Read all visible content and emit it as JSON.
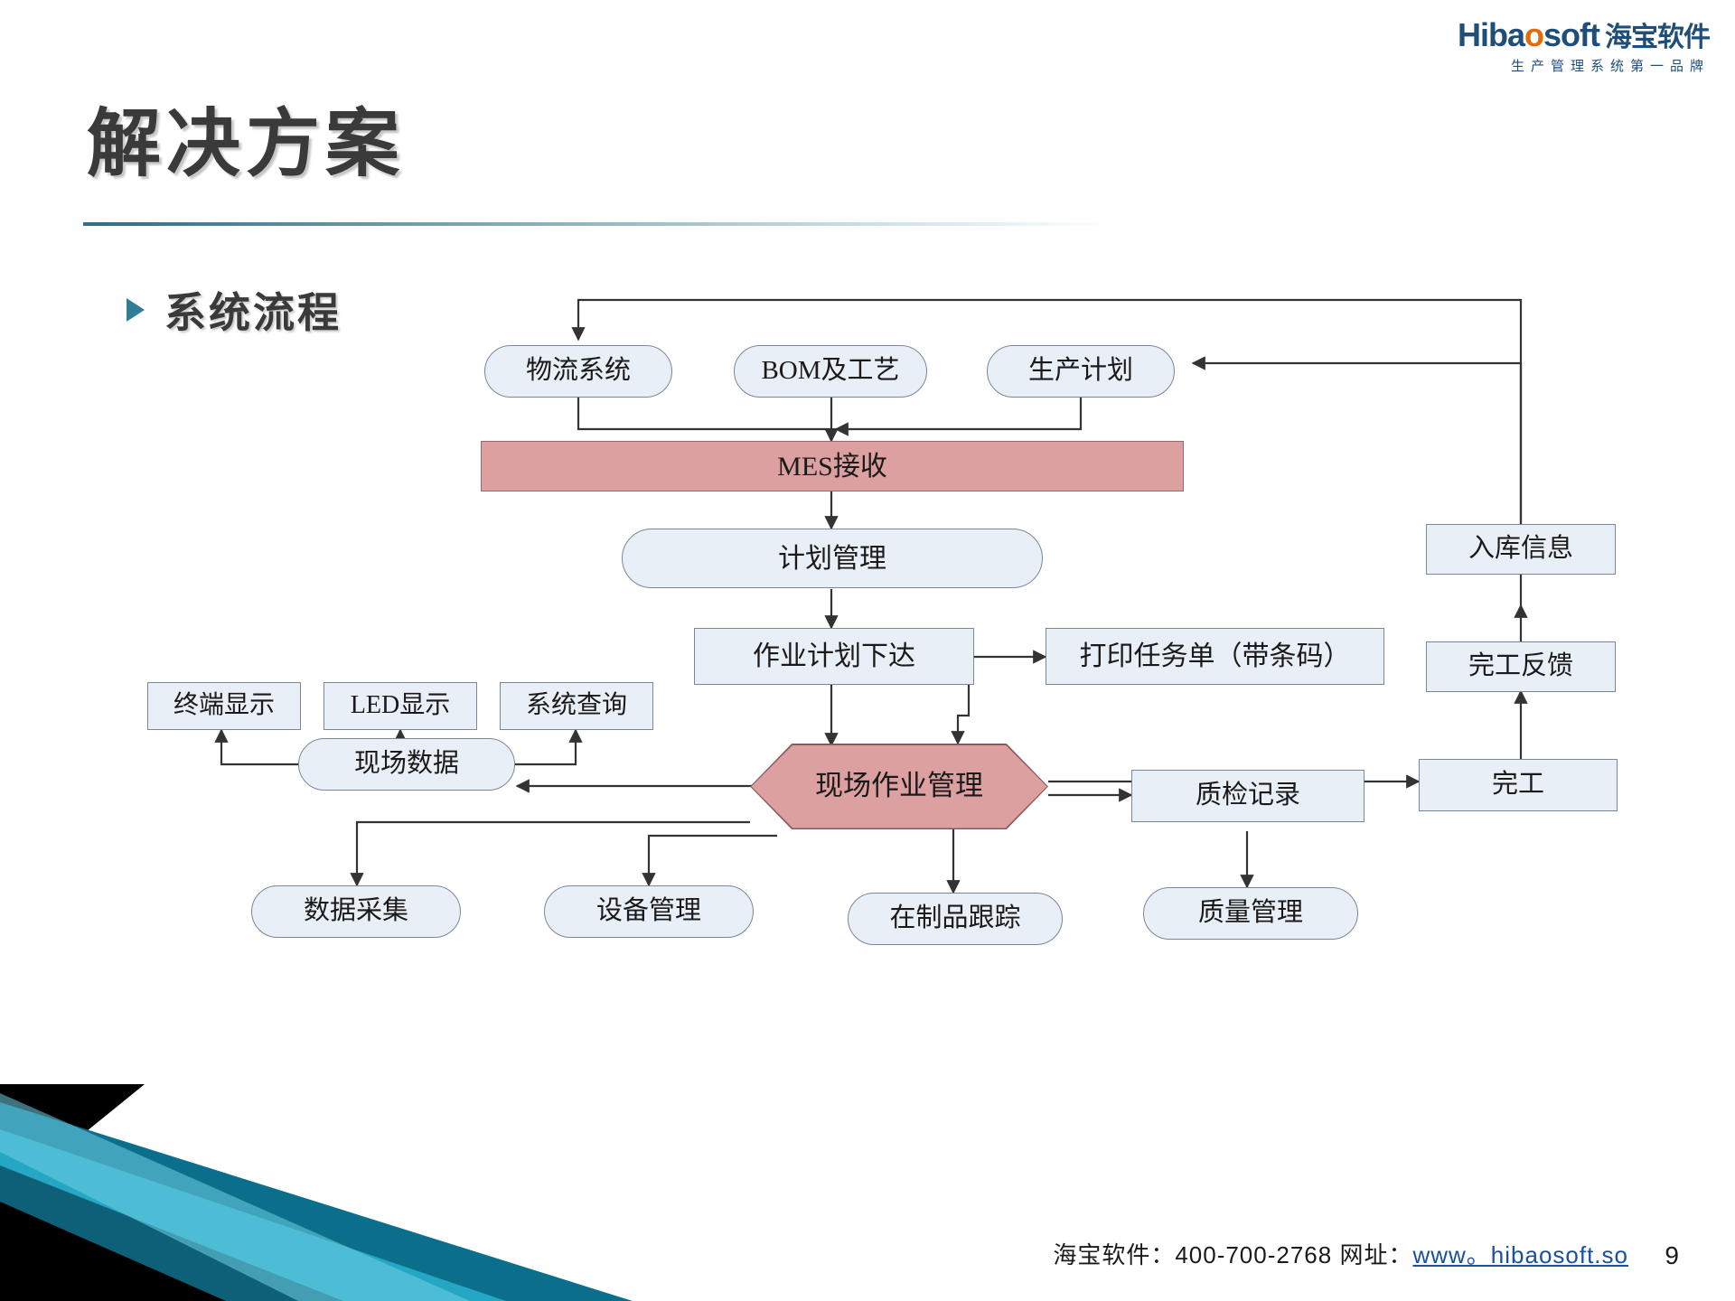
{
  "logo": {
    "brand_h": "H",
    "brand_ib": "ib",
    "brand_a": "a",
    "brand_o": "o",
    "brand_soft": "soft",
    "brand_cn": "海宝软件",
    "tagline": "生产管理系统第一品牌",
    "accent_color": "#e36c0a",
    "brand_color": "#1f4e79"
  },
  "header": {
    "title": "解决方案"
  },
  "bullet": {
    "label": "系统流程"
  },
  "chart_data": {
    "type": "diagram",
    "title": "系统流程",
    "nodes": [
      {
        "id": "n1",
        "label": "物流系统",
        "shape": "rounded"
      },
      {
        "id": "n2",
        "label": "BOM及工艺",
        "shape": "rounded"
      },
      {
        "id": "n3",
        "label": "生产计划",
        "shape": "rounded"
      },
      {
        "id": "n4",
        "label": "MES接收",
        "shape": "rect-highlight"
      },
      {
        "id": "n5",
        "label": "计划管理",
        "shape": "rounded"
      },
      {
        "id": "n6",
        "label": "终端显示",
        "shape": "rect"
      },
      {
        "id": "n7",
        "label": "LED显示",
        "shape": "rect"
      },
      {
        "id": "n8",
        "label": "系统查询",
        "shape": "rect"
      },
      {
        "id": "n9",
        "label": "作业计划下达",
        "shape": "rect"
      },
      {
        "id": "n10",
        "label": "打印任务单（带条码）",
        "shape": "rect"
      },
      {
        "id": "n11",
        "label": "入库信息",
        "shape": "rect"
      },
      {
        "id": "n12",
        "label": "完工反馈",
        "shape": "rect"
      },
      {
        "id": "n13",
        "label": "现场数据",
        "shape": "rounded"
      },
      {
        "id": "n14",
        "label": "现场作业管理",
        "shape": "octagon-highlight"
      },
      {
        "id": "n15",
        "label": "质检记录",
        "shape": "rect"
      },
      {
        "id": "n16",
        "label": "完工",
        "shape": "rect"
      },
      {
        "id": "n17",
        "label": "数据采集",
        "shape": "rounded"
      },
      {
        "id": "n18",
        "label": "设备管理",
        "shape": "rounded"
      },
      {
        "id": "n19",
        "label": "在制品跟踪",
        "shape": "rounded"
      },
      {
        "id": "n20",
        "label": "质量管理",
        "shape": "rounded"
      }
    ],
    "edges": [
      {
        "from": "n1",
        "to": "n4"
      },
      {
        "from": "n2",
        "to": "n4"
      },
      {
        "from": "n3",
        "to": "n4"
      },
      {
        "from": "n4",
        "to": "n5"
      },
      {
        "from": "n5",
        "to": "n9"
      },
      {
        "from": "n9",
        "to": "n10"
      },
      {
        "from": "n9",
        "to": "n14"
      },
      {
        "from": "n10",
        "to": "n14"
      },
      {
        "from": "n14",
        "to": "n13"
      },
      {
        "from": "n14",
        "to": "n15"
      },
      {
        "from": "n14",
        "to": "n16"
      },
      {
        "from": "n14",
        "to": "n17"
      },
      {
        "from": "n14",
        "to": "n18"
      },
      {
        "from": "n14",
        "to": "n19"
      },
      {
        "from": "n15",
        "to": "n20"
      },
      {
        "from": "n16",
        "to": "n12"
      },
      {
        "from": "n12",
        "to": "n11"
      },
      {
        "from": "n11",
        "to": "n1"
      },
      {
        "from": "n11",
        "to": "n3"
      },
      {
        "from": "n13",
        "to": "n6"
      },
      {
        "from": "n13",
        "to": "n7"
      },
      {
        "from": "n13",
        "to": "n8"
      }
    ],
    "colors": {
      "node_fill": "#e9eff7",
      "node_stroke": "#7a869a",
      "highlight_fill": "#dca0a0",
      "edge": "#333333"
    }
  },
  "footer": {
    "text": "海宝软件：400-700-2768  网址：",
    "link": "www。hibaosoft.so",
    "page": "9"
  }
}
